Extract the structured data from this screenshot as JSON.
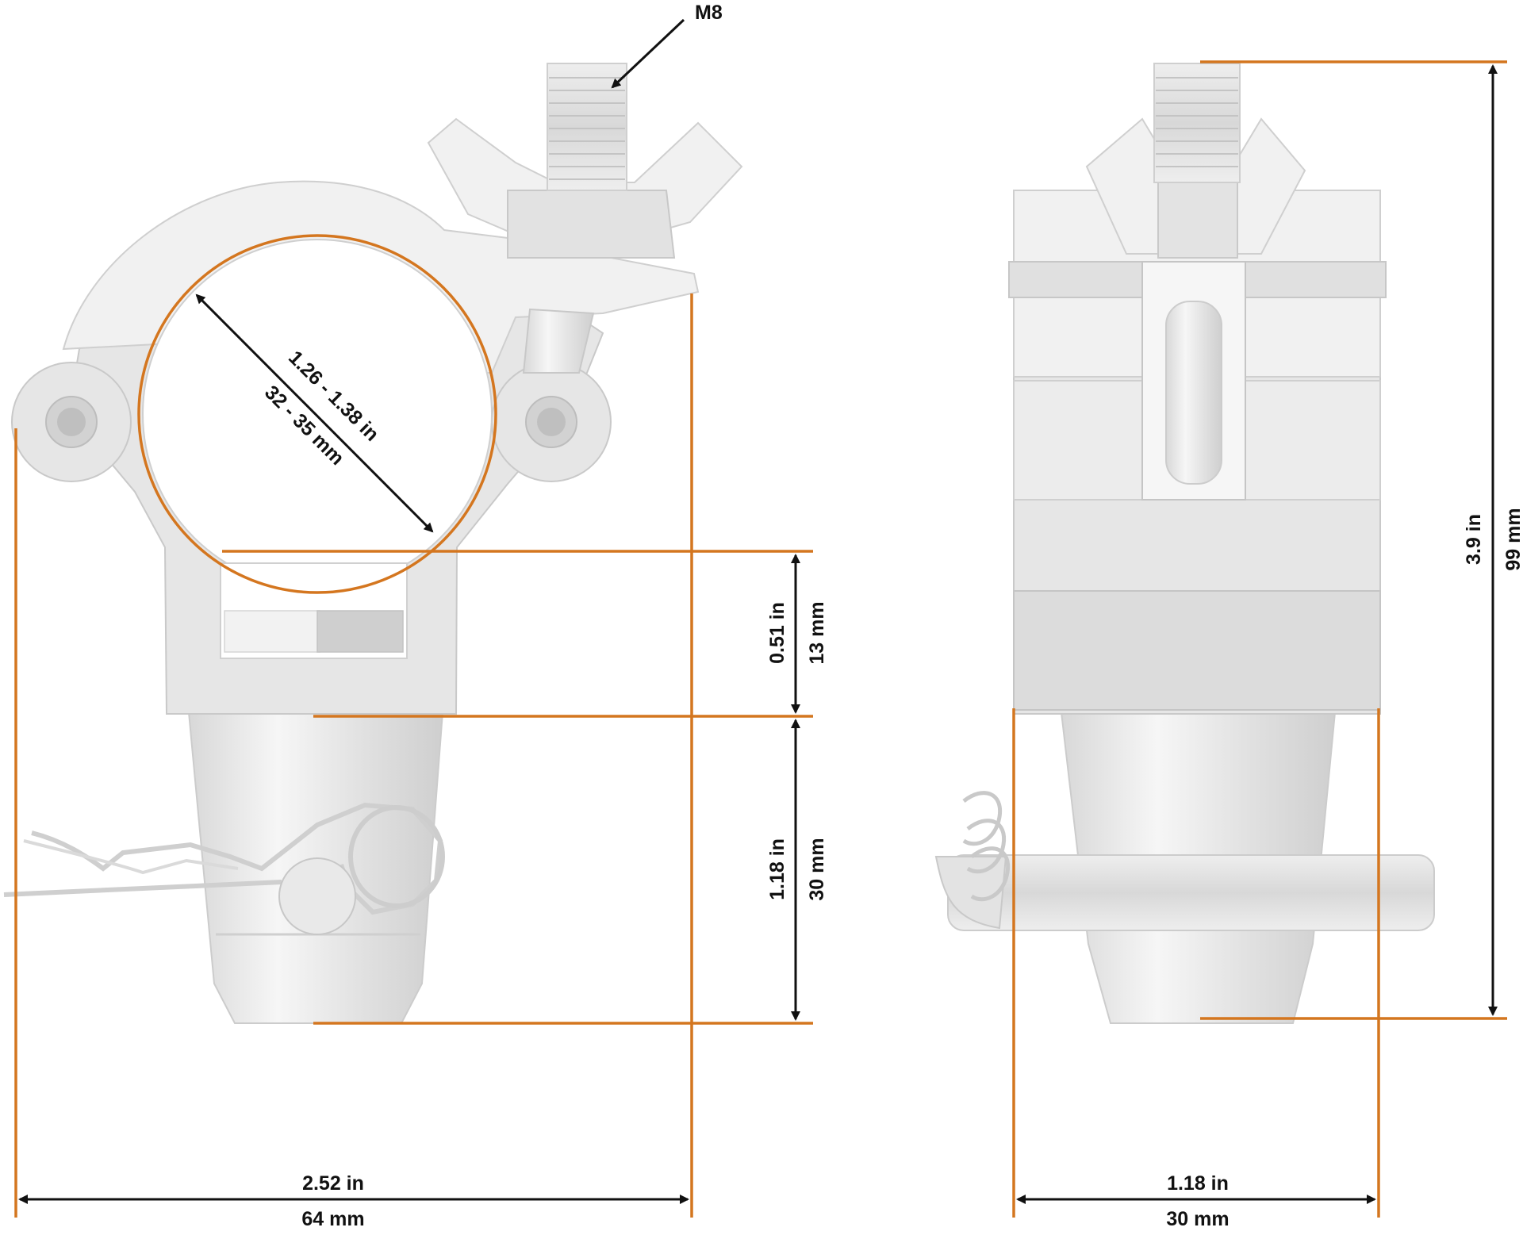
{
  "colors": {
    "dimension_line": "#d4761f",
    "arrow": "#111111",
    "part": "#e6e6e6"
  },
  "labels": {
    "thread": "M8",
    "tube_in": "1.26 - 1.38 in",
    "tube_mm": "32 - 35 mm",
    "gap_in": "0.51 in",
    "gap_mm": "13 mm",
    "spigot_in": "1.18 in",
    "spigot_mm": "30 mm",
    "width_front_in": "2.52 in",
    "width_front_mm": "64 mm",
    "width_side_in": "1.18 in",
    "width_side_mm": "30 mm",
    "height_in": "3.9 in",
    "height_mm": "99 mm"
  }
}
